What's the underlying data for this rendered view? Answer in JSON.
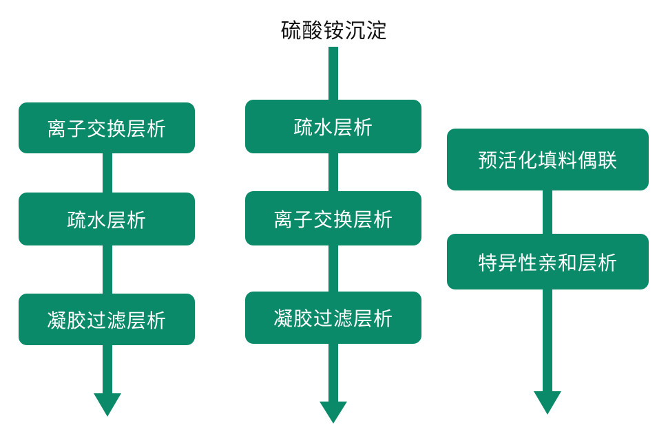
{
  "title": "硫酸铵沉淀",
  "color": "#0b8a6a",
  "columns": [
    {
      "steps": [
        "离子交换层析",
        "疏水层析",
        "凝胶过滤层析"
      ]
    },
    {
      "steps": [
        "疏水层析",
        "离子交换层析",
        "凝胶过滤层析"
      ]
    },
    {
      "steps": [
        "预活化填料偶联",
        "特异性亲和层析"
      ]
    }
  ]
}
